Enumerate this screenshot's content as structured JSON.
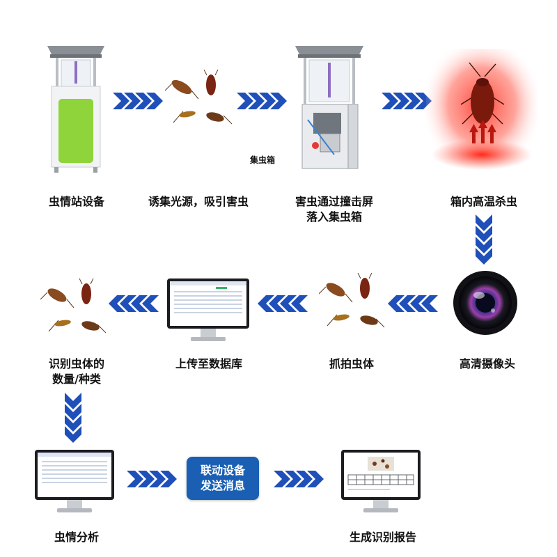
{
  "steps": {
    "device": "虫情站设备",
    "attract": "诱集光源，吸引害虫",
    "collect": "害虫通过撞击屏\n落入集虫箱",
    "collect_callout": "集虫箱",
    "kill": "箱内高温杀虫",
    "camera": "高清摄像头",
    "capture": "抓拍虫体",
    "upload": "上传至数据库",
    "identify": "识别虫体的\n数量/种类",
    "analysis": "虫情分析",
    "linkage": "联动设备\n发送消息",
    "report": "生成识别报告"
  },
  "colors": {
    "arrow": "#1f4fb8",
    "pill": "#1a5fb4",
    "screen_green": "#8fd43a",
    "heat_red": "#e8201e"
  }
}
